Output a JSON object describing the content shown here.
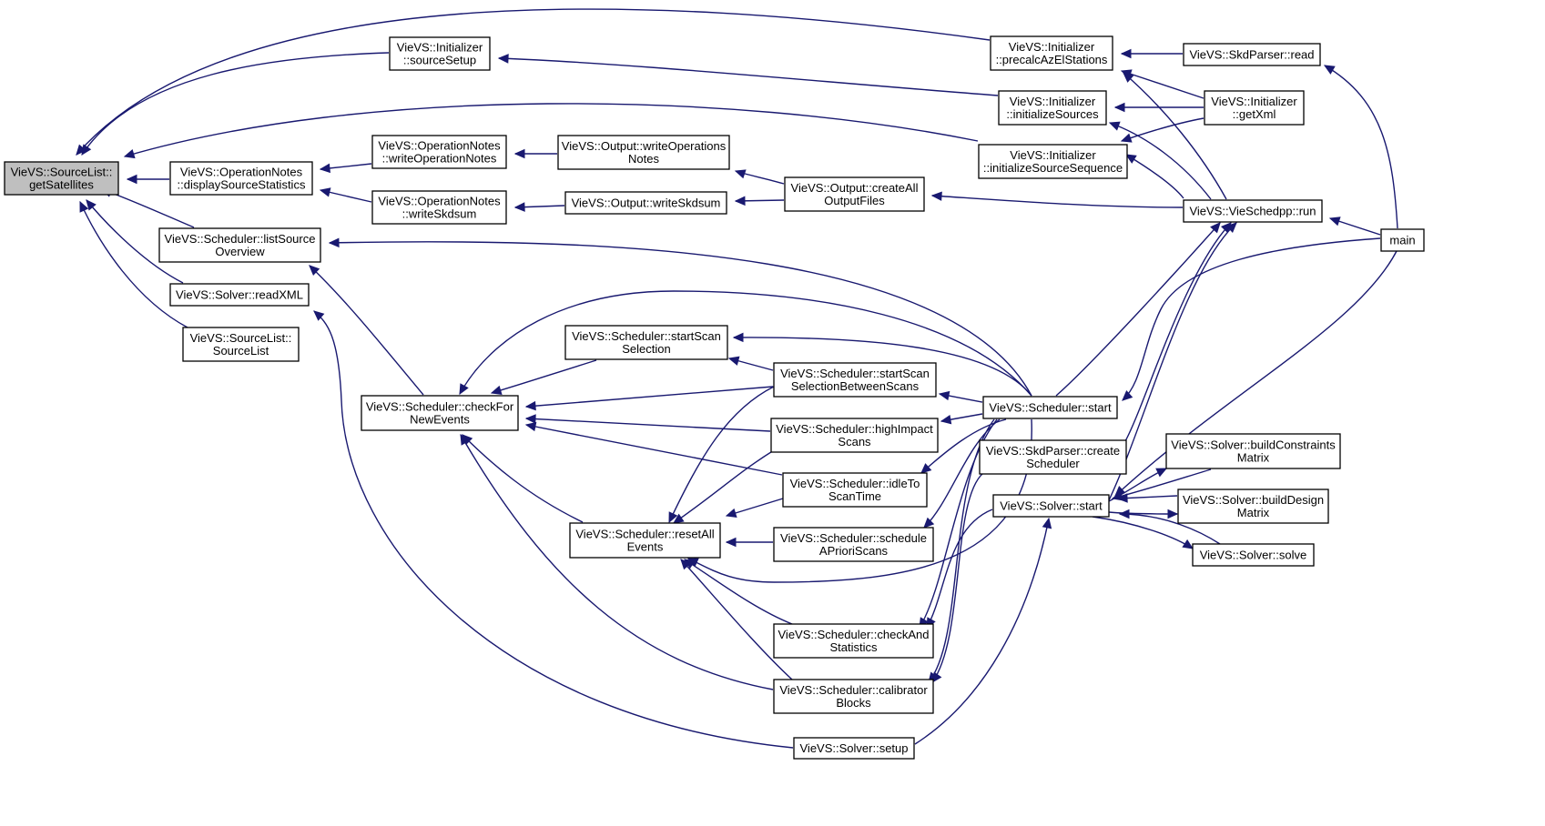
{
  "graph": {
    "nodes": [
      {
        "id": "n0",
        "lines": [
          "VieVS::SourceList::",
          "getSatellites"
        ],
        "root": true
      },
      {
        "id": "n1",
        "lines": [
          "VieVS::Initializer",
          "::sourceSetup"
        ]
      },
      {
        "id": "n2",
        "lines": [
          "VieVS::OperationNotes",
          "::displaySourceStatistics"
        ]
      },
      {
        "id": "n3",
        "lines": [
          "VieVS::Scheduler::listSource",
          "Overview"
        ]
      },
      {
        "id": "n4",
        "lines": [
          "VieVS::Solver::readXML"
        ]
      },
      {
        "id": "n5",
        "lines": [
          "VieVS::SourceList::",
          "SourceList"
        ]
      },
      {
        "id": "n6",
        "lines": [
          "VieVS::OperationNotes",
          "::writeOperationNotes"
        ]
      },
      {
        "id": "n7",
        "lines": [
          "VieVS::OperationNotes",
          "::writeSkdsum"
        ]
      },
      {
        "id": "n8",
        "lines": [
          "VieVS::Output::writeOperations",
          "Notes"
        ]
      },
      {
        "id": "n9",
        "lines": [
          "VieVS::Output::writeSkdsum"
        ]
      },
      {
        "id": "n10",
        "lines": [
          "VieVS::Output::createAll",
          "OutputFiles"
        ]
      },
      {
        "id": "n11",
        "lines": [
          "VieVS::Initializer",
          "::precalcAzElStations"
        ]
      },
      {
        "id": "n12",
        "lines": [
          "VieVS::Initializer",
          "::initializeSources"
        ]
      },
      {
        "id": "n13",
        "lines": [
          "VieVS::Initializer",
          "::initializeSourceSequence"
        ]
      },
      {
        "id": "n14",
        "lines": [
          "VieVS::SkdParser::read"
        ]
      },
      {
        "id": "n15",
        "lines": [
          "VieVS::Initializer",
          "::getXml"
        ]
      },
      {
        "id": "n16",
        "lines": [
          "VieVS::VieSchedpp::run"
        ]
      },
      {
        "id": "n17",
        "lines": [
          "main"
        ]
      },
      {
        "id": "n18",
        "lines": [
          "VieVS::Scheduler::checkFor",
          "NewEvents"
        ]
      },
      {
        "id": "n19",
        "lines": [
          "VieVS::Scheduler::startScan",
          "Selection"
        ]
      },
      {
        "id": "n20",
        "lines": [
          "VieVS::Scheduler::startScan",
          "SelectionBetweenScans"
        ]
      },
      {
        "id": "n21",
        "lines": [
          "VieVS::Scheduler::highImpact",
          "Scans"
        ]
      },
      {
        "id": "n22",
        "lines": [
          "VieVS::Scheduler::idleTo",
          "ScanTime"
        ]
      },
      {
        "id": "n23",
        "lines": [
          "VieVS::Scheduler::resetAll",
          "Events"
        ]
      },
      {
        "id": "n24",
        "lines": [
          "VieVS::Scheduler::schedule",
          "APrioriScans"
        ]
      },
      {
        "id": "n25",
        "lines": [
          "VieVS::Scheduler::checkAnd",
          "Statistics"
        ]
      },
      {
        "id": "n26",
        "lines": [
          "VieVS::Scheduler::calibrator",
          "Blocks"
        ]
      },
      {
        "id": "n27",
        "lines": [
          "VieVS::Solver::setup"
        ]
      },
      {
        "id": "n28",
        "lines": [
          "VieVS::Scheduler::start"
        ]
      },
      {
        "id": "n29",
        "lines": [
          "VieVS::SkdParser::create",
          "Scheduler"
        ]
      },
      {
        "id": "n30",
        "lines": [
          "VieVS::Solver::start"
        ]
      },
      {
        "id": "n31",
        "lines": [
          "VieVS::Solver::buildConstraints",
          "Matrix"
        ]
      },
      {
        "id": "n32",
        "lines": [
          "VieVS::Solver::buildDesign",
          "Matrix"
        ]
      },
      {
        "id": "n33",
        "lines": [
          "VieVS::Solver::solve"
        ]
      }
    ]
  }
}
